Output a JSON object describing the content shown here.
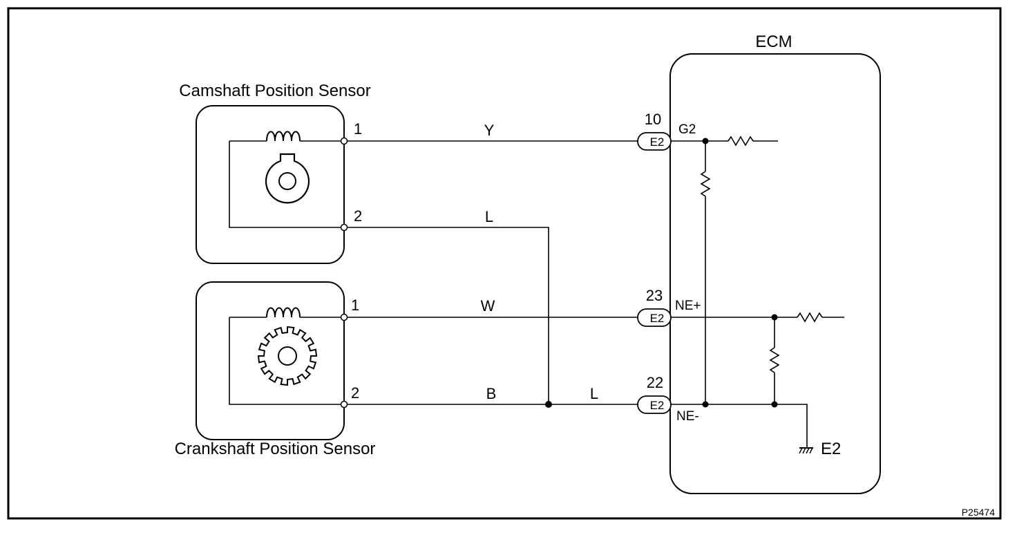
{
  "ecm": {
    "title": "ECM"
  },
  "camshaft_sensor": {
    "label": "Camshaft Position Sensor",
    "pin1": "1",
    "pin2": "2"
  },
  "crankshaft_sensor": {
    "label": "Crankshaft Position Sensor",
    "pin1": "1",
    "pin2": "2"
  },
  "wires": {
    "cam_pin1": "Y",
    "cam_pin2": "L",
    "crank_pin1": "W",
    "crank_pin2": "B",
    "shared_return": "L"
  },
  "connectors": [
    {
      "code": "E2",
      "pin": "10",
      "signal": "G2"
    },
    {
      "code": "E2",
      "pin": "23",
      "signal": "NE+"
    },
    {
      "code": "E2",
      "pin": "22",
      "signal": "NE-"
    }
  ],
  "ground": {
    "label": "E2"
  },
  "figure_id": "P25474",
  "colors": {
    "line": "#000000",
    "background": "#ffffff"
  }
}
